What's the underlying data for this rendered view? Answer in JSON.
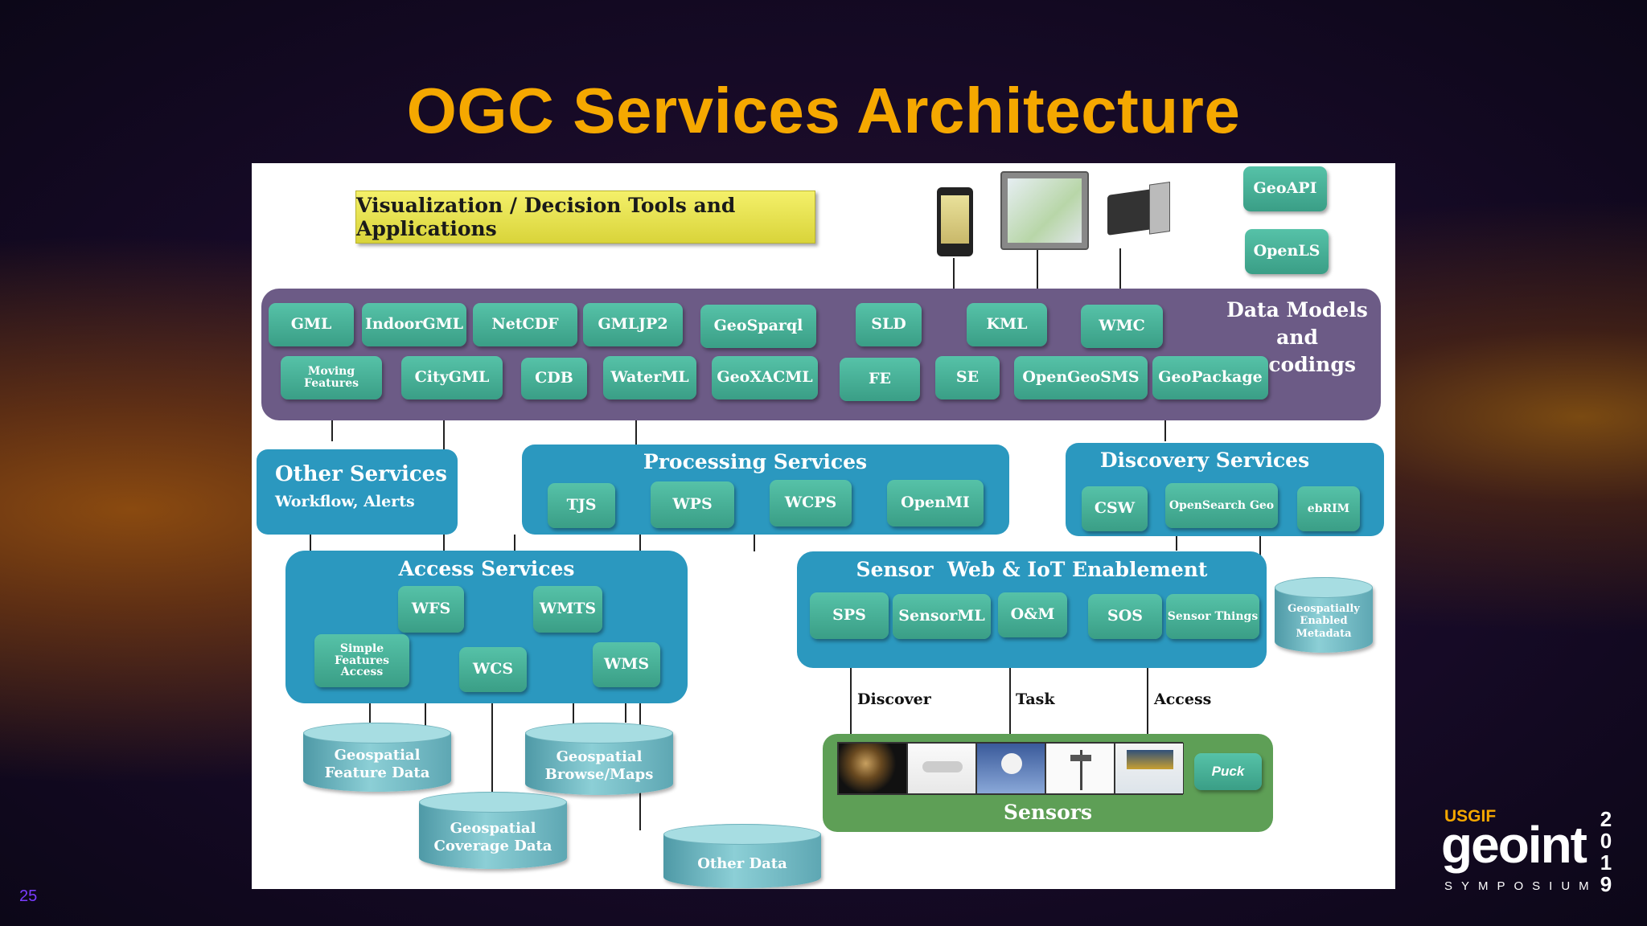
{
  "title": "OGC Services Architecture",
  "slide_number": "25",
  "top_bar": {
    "visualization": "Visualization / Decision Tools and Applications",
    "geoapi": "GeoAPI",
    "openls": "OpenLS"
  },
  "data_models": {
    "title_line1": "Data Models",
    "title_line2": "and Encodings",
    "row1": [
      "GML",
      "IndoorGML",
      "NetCDF",
      "GMLJP2",
      "GeoSparql",
      "SLD",
      "KML",
      "WMC"
    ],
    "row2": [
      "Moving Features",
      "CityGML",
      "CDB",
      "WaterML",
      "GeoXACML",
      "FE",
      "SE",
      "OpenGeoSMS",
      "GeoPackage"
    ]
  },
  "other_services": {
    "title": "Other Services",
    "subtitle": "Workflow, Alerts"
  },
  "processing_services": {
    "title": "Processing Services",
    "items": [
      "TJS",
      "WPS",
      "WCPS",
      "OpenMI"
    ]
  },
  "discovery_services": {
    "title": "Discovery Services",
    "items": [
      "CSW",
      "OpenSearch Geo",
      "ebRIM"
    ]
  },
  "access_services": {
    "title": "Access Services",
    "wfs": "WFS",
    "wmts": "WMTS",
    "simple_features": "Simple Features Access",
    "wcs": "WCS",
    "wms": "WMS"
  },
  "sensor_web": {
    "title": "Sensor  Web & IoT Enablement",
    "items": [
      "SPS",
      "SensorML",
      "O&M",
      "SOS",
      "Sensor Things"
    ]
  },
  "cylinders": {
    "geo_metadata": "Geospatially Enabled Metadata",
    "feature_data": "Geospatial Feature Data",
    "browse_maps": "Geospatial Browse/Maps",
    "coverage_data": "Geospatial Coverage Data",
    "other_data": "Other Data"
  },
  "sensor_links": {
    "discover": "Discover",
    "task": "Task",
    "access": "Access"
  },
  "sensors": {
    "title": "Sensors",
    "puck": "Puck"
  },
  "logo": {
    "usgif": "USGIF",
    "geoint": "geoint",
    "symposium": "SYMPOSIUM",
    "year": "2019"
  },
  "colors": {
    "title": "#f5a800",
    "data_models_panel": "#6c5b86",
    "services_panel": "#2b98bf",
    "button": "#45ab92",
    "sensors_panel": "#5e9f56",
    "visualization_bar": "#e8e450"
  }
}
